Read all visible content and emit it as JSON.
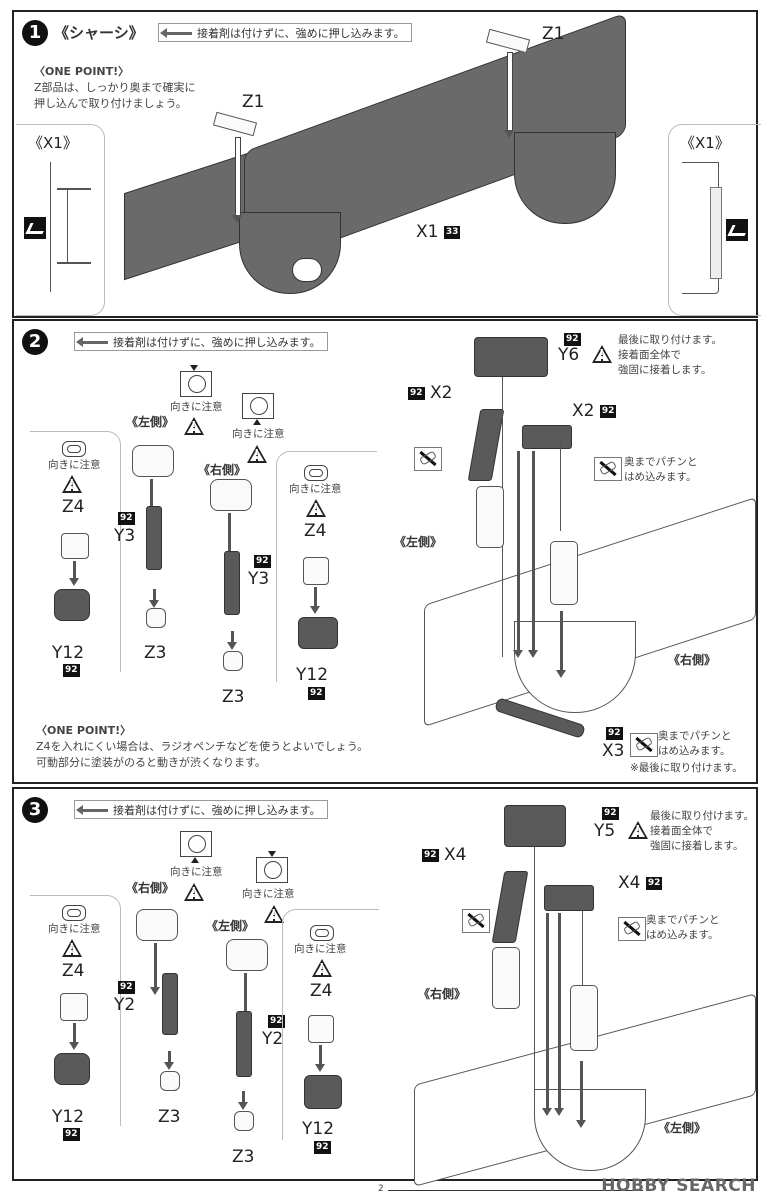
{
  "page_number": "2",
  "watermark": "HOBBY SEARCH",
  "glue_note": "接着剤は付けずに、強めに押し込みます。",
  "steps": [
    {
      "number": "1",
      "title": "《シャーシ》",
      "one_point": {
        "heading": "〈ONE POINT!〉",
        "lines": [
          "Z部品は、しっかり奥まで確実に",
          "押し込んで取り付けましょう。"
        ]
      },
      "labels": {
        "z1_left": "Z1",
        "z1_right": "Z1",
        "x1_main": "X1",
        "x1_badge": "33",
        "detail_left": "《X1》",
        "detail_right": "《X1》"
      }
    },
    {
      "number": "2",
      "orientation_note": "向きに注意",
      "side_left": "《左側》",
      "side_right": "《右側》",
      "parts": {
        "z4": "Z4",
        "y12": "Y12",
        "y3": "Y3",
        "z3": "Z3",
        "y6": "Y6",
        "x2": "X2",
        "x3": "X3",
        "badge": "92"
      },
      "y6_note": [
        "最後に取り付けます。",
        "接着面全体で",
        "強固に接着します。"
      ],
      "snap_note": [
        "奥までパチンと",
        "はめ込みます。"
      ],
      "x3_note": [
        "奥までパチンと",
        "はめ込みます。",
        "※最後に取り付けます。"
      ],
      "one_point": {
        "heading": "〈ONE POINT!〉",
        "lines": [
          "Z4を入れにくい場合は、ラジオペンチなどを使うとよいでしょう。",
          "可動部分に塗装がのると動きが渋くなります。"
        ]
      }
    },
    {
      "number": "3",
      "orientation_note": "向きに注意",
      "side_left": "《左側》",
      "side_right": "《右側》",
      "parts": {
        "z4": "Z4",
        "y12": "Y12",
        "y2": "Y2",
        "z3": "Z3",
        "y5": "Y5",
        "x4": "X4",
        "badge": "92"
      },
      "y5_note": [
        "最後に取り付けます。",
        "接着面全体で",
        "強固に接着します。"
      ],
      "snap_note": [
        "奥までパチンと",
        "はめ込みます。"
      ]
    }
  ]
}
